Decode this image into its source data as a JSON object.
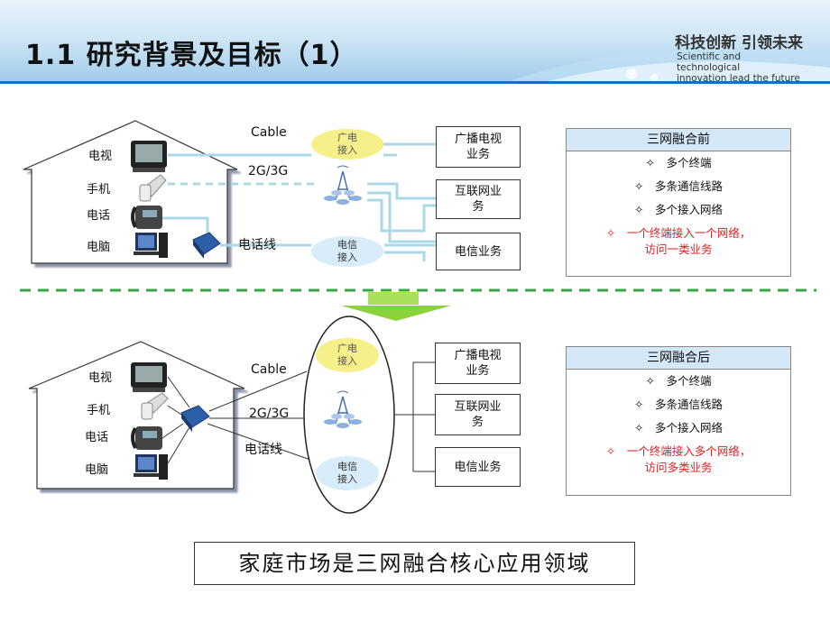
{
  "header": {
    "title": "1.1 研究背景及目标（1）",
    "slogan_cn": "科技创新 引领未来",
    "slogan_en_1": "Scientific and technological",
    "slogan_en_2": "innovation lead the future"
  },
  "top": {
    "devices": [
      "电视",
      "手机",
      "电话",
      "电脑"
    ],
    "links": {
      "cable": "Cable",
      "mobile": "2G/3G",
      "phone": "电话线"
    },
    "access": {
      "broadcast": "广电\n接入",
      "telecom": "电信\n接入"
    },
    "services": [
      "广播电视\n业务",
      "互联网业\n务",
      "电信业务"
    ]
  },
  "bottom": {
    "devices": [
      "电视",
      "手机",
      "电话",
      "电脑"
    ],
    "links": {
      "cable": "Cable",
      "mobile": "2G/3G",
      "phone": "电话线"
    },
    "access": {
      "broadcast": "广电\n接入",
      "telecom": "电信\n接入"
    },
    "services": [
      "广播电视\n业务",
      "互联网业\n务",
      "电信业务"
    ]
  },
  "panel_before": {
    "title": "三网融合前",
    "items": [
      "✧　多个终端",
      "✧　多条通信线路",
      "✧　多个接入网络"
    ],
    "red_line1": "✧　一个终端接入一个网络，",
    "red_line2": "访问一类业务"
  },
  "panel_after": {
    "title": "三网融合后",
    "items": [
      "✧　多个终端",
      "✧　多条通信线路",
      "✧　多个接入网络"
    ],
    "red_line1": "✧　一个终端接入多个网络，",
    "red_line2": "访问多类业务"
  },
  "conclusion": "家庭市场是三网融合核心应用领域",
  "colors": {
    "line": "#a9d8e6",
    "dashed_divider": "#3da34a",
    "arrow": "#8bd33a",
    "panel_head": "#d4e8f7",
    "red": "#e02020"
  }
}
